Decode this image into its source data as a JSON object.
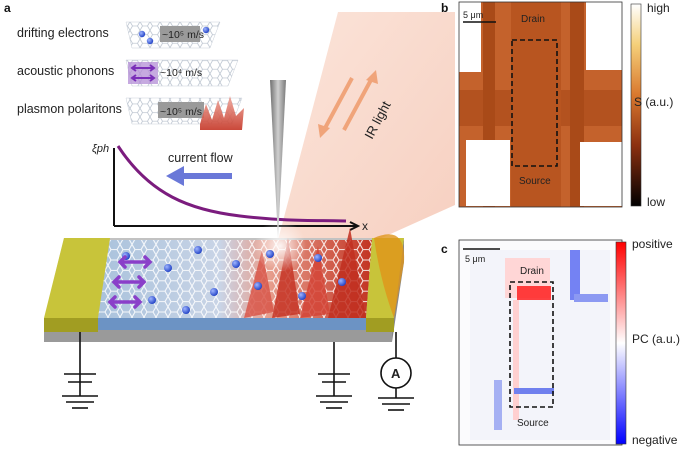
{
  "panel_a": {
    "letter": "a",
    "legend": [
      {
        "label": "drifting electrons",
        "speed": "~10⁵ m/s"
      },
      {
        "label": "acoustic phonons",
        "speed": "~10⁴ m/s"
      },
      {
        "label": "plasmon polaritons",
        "speed": "~10⁵ m/s"
      }
    ],
    "y_axis_label": "ξph",
    "x_axis_label": "x",
    "current_flow_label": "current flow",
    "ir_light_label": "IR light",
    "ammeter_label": "A"
  },
  "panel_b": {
    "letter": "b",
    "scalebar": "5 μm",
    "drain_label": "Drain",
    "source_label": "Source",
    "colorbar_top": "high",
    "colorbar_bottom": "low",
    "colorbar_title": "S (a.u.)"
  },
  "panel_c": {
    "letter": "c",
    "scalebar": "5 μm",
    "drain_label": "Drain",
    "source_label": "Source",
    "colorbar_top": "positive",
    "colorbar_bottom": "negative",
    "colorbar_title": "PC (a.u.)"
  },
  "colors": {
    "electron": "#2f54d6",
    "phonon_arrow": "#8a3fc9",
    "plasmon_red": "#d03a2a",
    "electrode_gold": "#c8c43a",
    "curve_purple": "#7b1c7e",
    "flow_arrow": "#6a78d8",
    "ir_beam": "#f7d2c4",
    "ir_arrow": "#f0a47a"
  }
}
